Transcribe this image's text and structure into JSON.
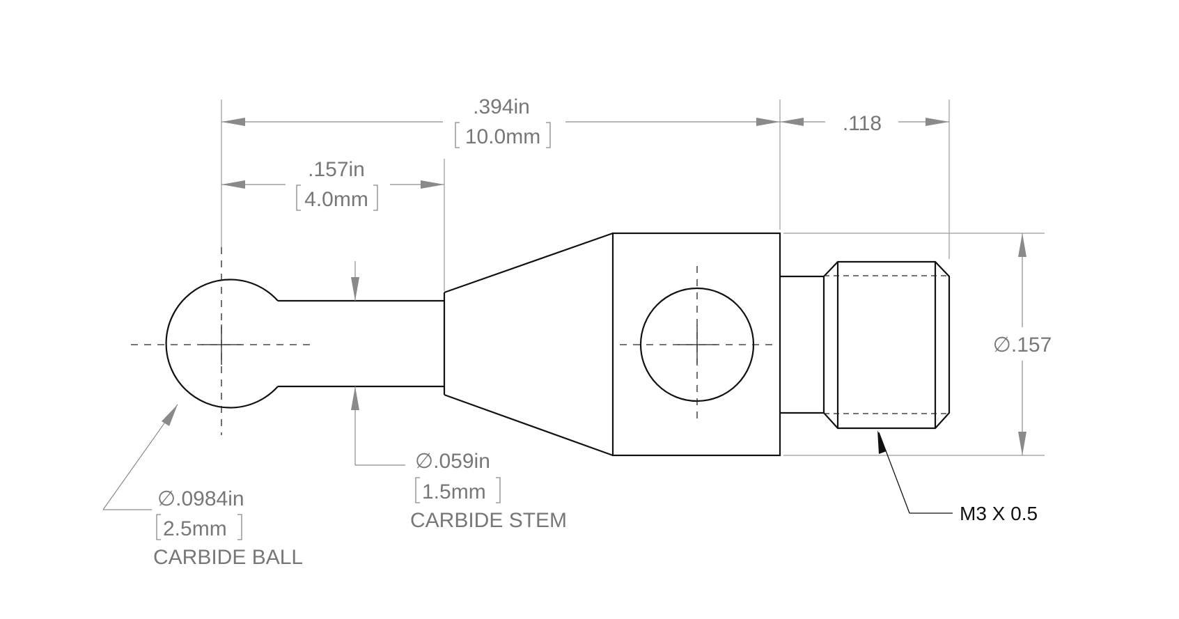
{
  "dimensions": {
    "overall_length": {
      "inch": ".394in",
      "mm": "10.0mm"
    },
    "stem_length": {
      "inch": ".157in",
      "mm": "4.0mm"
    },
    "thread_length": {
      "value": ".118"
    },
    "body_diameter": {
      "symbol": "∅",
      "value": ".157"
    }
  },
  "callouts": {
    "ball": {
      "symbol": "∅",
      "inch": ".0984in",
      "mm": "2.5mm",
      "label": "CARBIDE BALL"
    },
    "stem": {
      "symbol": "∅",
      "inch": ".059in",
      "mm": "1.5mm",
      "label": "CARBIDE STEM"
    },
    "thread": {
      "label": "M3 X 0.5"
    }
  }
}
